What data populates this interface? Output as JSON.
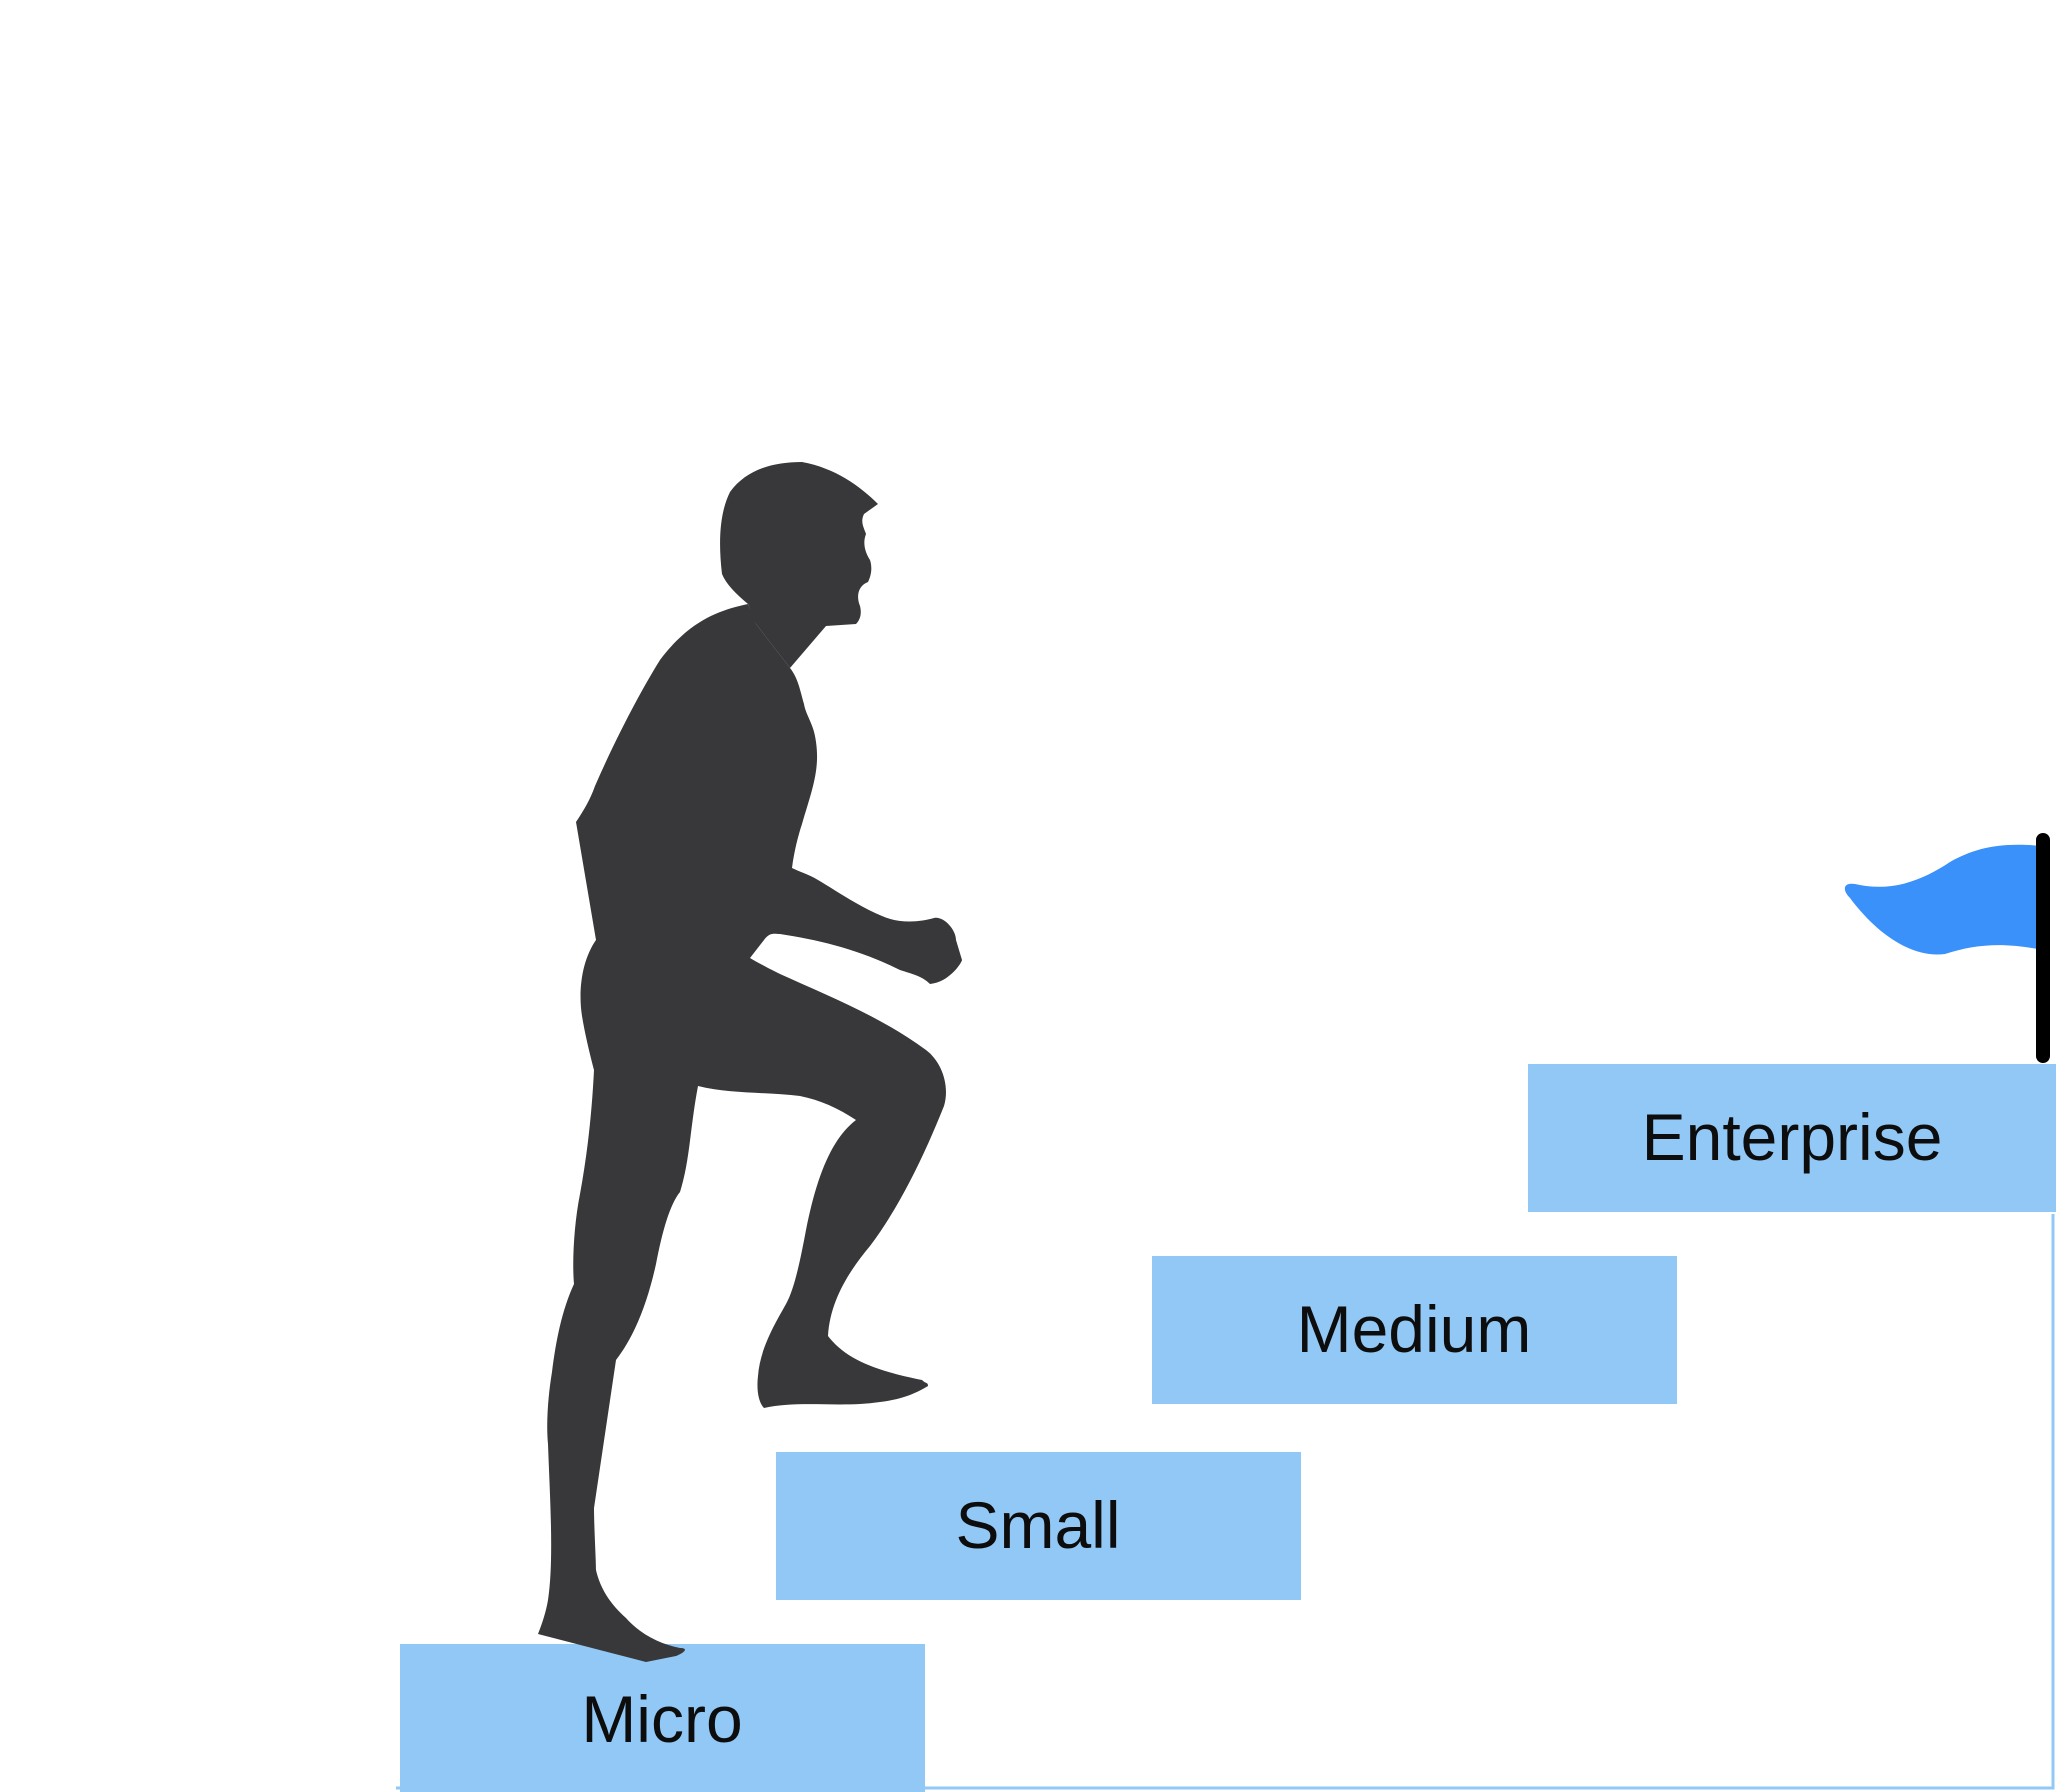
{
  "steps": [
    {
      "label": "Micro"
    },
    {
      "label": "Small"
    },
    {
      "label": "Medium"
    },
    {
      "label": "Enterprise"
    }
  ],
  "colors": {
    "step_fill": "#92C8F5",
    "figure_fill": "#38383A",
    "flag_fill": "#3991F9",
    "flag_pole": "#000000",
    "text": "#0d0d0d"
  },
  "icons": {
    "figure": "person-climbing-stairs-icon",
    "flag": "goal-flag-icon"
  }
}
